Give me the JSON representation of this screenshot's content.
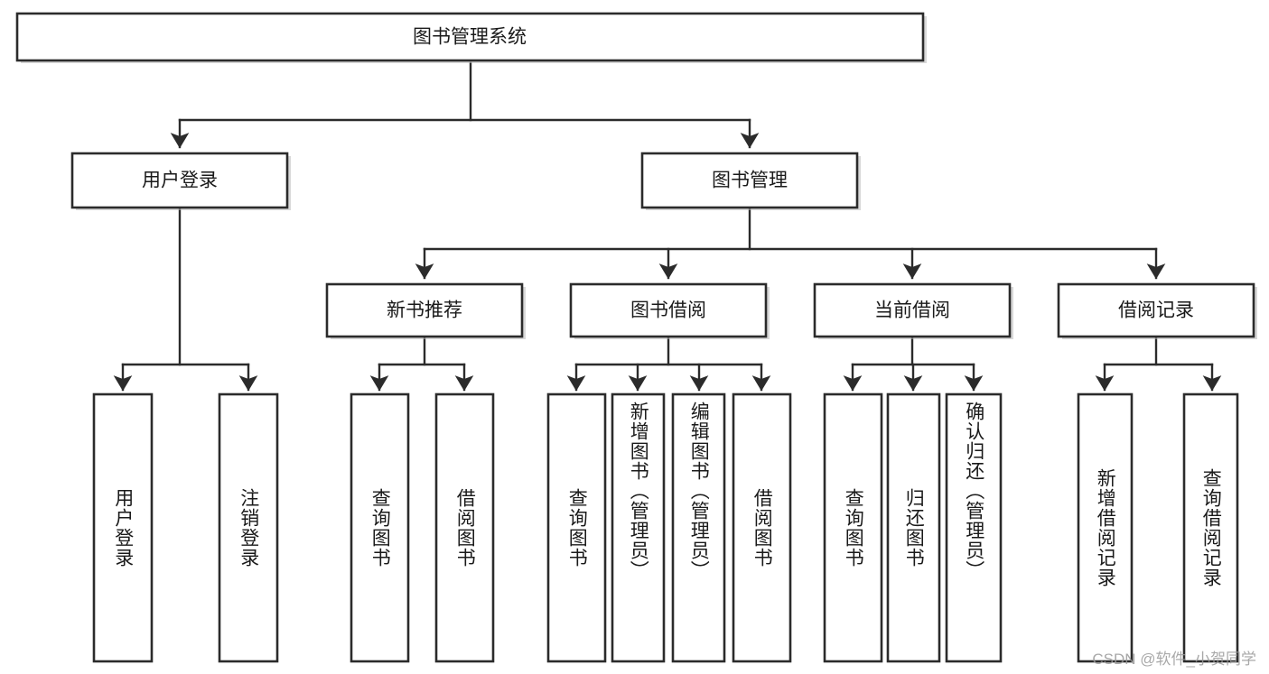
{
  "diagram": {
    "type": "tree",
    "title": "图书管理系统",
    "watermark": "CSDN @软件_小贺同学",
    "colors": {
      "box_stroke": "#2b2b2b",
      "box_fill": "#ffffff",
      "connector": "#2b2b2b",
      "background": "#ffffff",
      "watermark": "#9a9a9a"
    },
    "root": {
      "label": "图书管理系统"
    },
    "level2": [
      {
        "label": "用户登录"
      },
      {
        "label": "图书管理"
      }
    ],
    "level3": [
      {
        "label": "新书推荐"
      },
      {
        "label": "图书借阅"
      },
      {
        "label": "当前借阅"
      },
      {
        "label": "借阅记录"
      }
    ],
    "leaves": {
      "user_login": [
        {
          "label": "用户登录"
        },
        {
          "label": "注销登录"
        }
      ],
      "new_book": [
        {
          "label": "查询图书"
        },
        {
          "label": "借阅图书"
        }
      ],
      "book_borrow": [
        {
          "label": "查询图书"
        },
        {
          "label": "新增图书（管理员）"
        },
        {
          "label": "编辑图书（管理员）"
        },
        {
          "label": "借阅图书"
        }
      ],
      "current_borrow": [
        {
          "label": "查询图书"
        },
        {
          "label": "归还图书"
        },
        {
          "label": "确认归还（管理员）"
        }
      ],
      "borrow_record": [
        {
          "label": "新增借阅记录"
        },
        {
          "label": "查询借阅记录"
        }
      ]
    }
  }
}
